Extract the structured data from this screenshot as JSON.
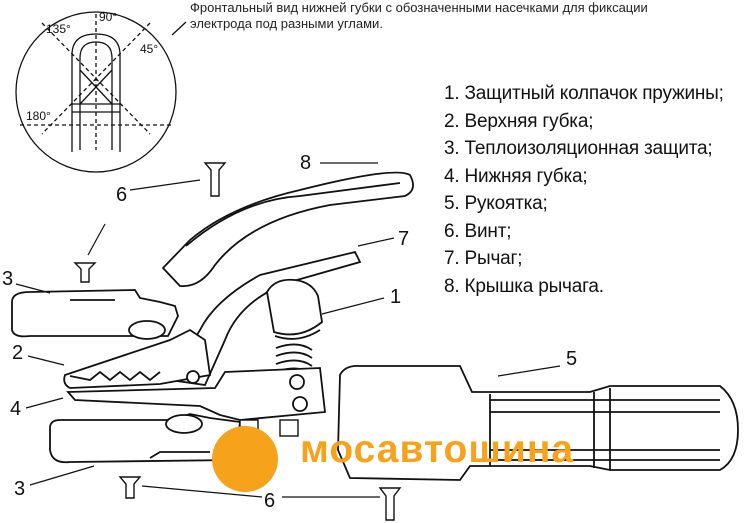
{
  "caption": "Фронтальный вид нижней губки с обозначенными насечками для фиксации электрода под разными углами.",
  "angles": {
    "a135": "135°",
    "a90": "90°",
    "a45": "45°",
    "a180": "180°"
  },
  "legend": [
    "1. Защитный колпачок пружины;",
    "2. Верхняя губка;",
    "3. Теплоизоляционная защита;",
    "4. Нижняя губка;",
    "5. Рукоятка;",
    "6. Винт;",
    "7. Рычаг;",
    "8. Крышка рычага."
  ],
  "callouts": {
    "c8": "8",
    "c6a": "6",
    "c7": "7",
    "c3a": "3",
    "c1": "1",
    "c2": "2",
    "c5": "5",
    "c4": "4",
    "c3b": "3",
    "c6b": "6"
  },
  "brand": "мосавтошина",
  "colors": {
    "brand": "#f7a21b",
    "line": "#111111"
  }
}
